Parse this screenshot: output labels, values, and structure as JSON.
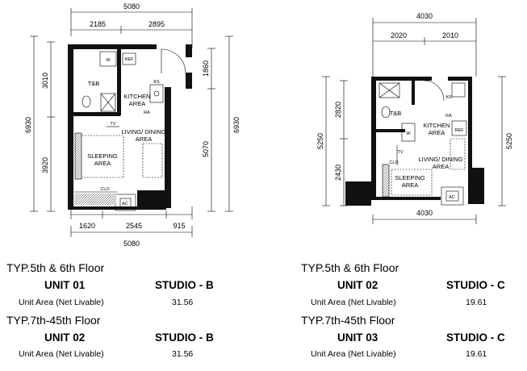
{
  "plans": [
    {
      "dims": {
        "top_total": "5080",
        "top_left": "2185",
        "top_right": "2895",
        "bottom_a": "1620",
        "bottom_b": "2545",
        "bottom_c": "915",
        "bottom_total": "5080",
        "left_total": "6930",
        "left_upper": "3010",
        "left_lower": "3920",
        "right_total": "6930",
        "right_upper": "1860",
        "right_lower": "5070"
      },
      "rooms": {
        "tb": "T&B",
        "kitchen_1": "KITCHEN",
        "kitchen_2": "AREA",
        "living_1": "LIVING/ DINING",
        "living_2": "AREA",
        "sleeping_1": "SLEEPING",
        "sleeping_2": "AREA",
        "ref": "REF",
        "ks": "KS",
        "ra": "RA",
        "tv": "TV",
        "clo": "CLO",
        "ac": "AC",
        "w": "W"
      }
    },
    {
      "dims": {
        "top_total": "4030",
        "top_left": "2020",
        "top_right": "2010",
        "bottom_total": "4030",
        "left_total": "5250",
        "left_upper": "2820",
        "left_lower": "2430",
        "right_total": "5250"
      },
      "rooms": {
        "tb": "T&B",
        "kitchen_1": "KITCHEN",
        "kitchen_2": "AREA",
        "living_1": "LIVING/ DINING",
        "living_2": "AREA",
        "sleeping_1": "SLEEPING",
        "sleeping_2": "AREA",
        "ref": "REF",
        "ks": "KS",
        "ra": "RA",
        "tv": "TV",
        "clo": "CLO",
        "ac": "AC",
        "w": "W"
      }
    }
  ],
  "units": [
    {
      "blocks": [
        {
          "floor": "TYP.5th & 6th Floor",
          "unit": "UNIT 01",
          "type": "STUDIO - B",
          "area_label": "Unit Area (Net Livable)",
          "area": "31.56"
        },
        {
          "floor": "TYP.7th-45th Floor",
          "unit": "UNIT 02",
          "type": "STUDIO - B",
          "area_label": "Unit Area (Net Livable)",
          "area": "31.56"
        }
      ]
    },
    {
      "blocks": [
        {
          "floor": "TYP.5th & 6th Floor",
          "unit": "UNIT 02",
          "type": "STUDIO - C",
          "area_label": "Unit Area (Net Livable)",
          "area": "19.61"
        },
        {
          "floor": "TYP.7th-45th Floor",
          "unit": "UNIT 03",
          "type": "STUDIO - C",
          "area_label": "Unit Area (Net Livable)",
          "area": "19.61"
        }
      ]
    }
  ]
}
